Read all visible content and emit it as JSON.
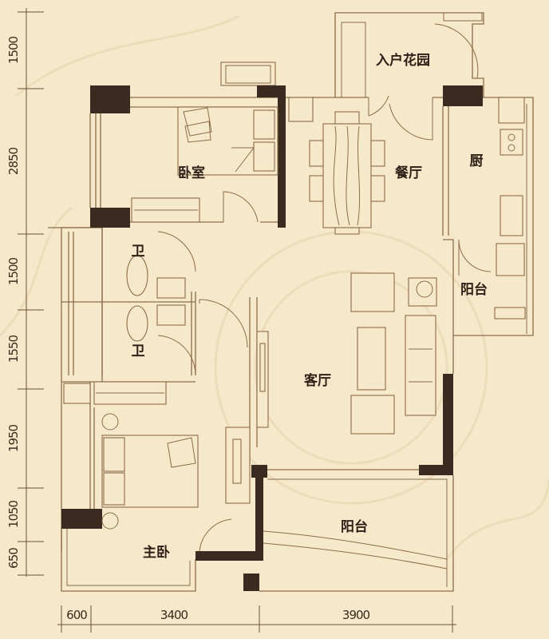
{
  "rooms": {
    "entry_garden": "入户花园",
    "bedroom": "卧室",
    "dining": "餐厅",
    "kitchen": "厨",
    "bath_1": "卫",
    "bath_2": "卫",
    "balcony_small": "阳台",
    "living": "客厅",
    "master_bedroom": "主卧",
    "balcony_large": "阳台"
  },
  "dimensions": {
    "vertical": [
      "1500",
      "2850",
      "1500",
      "1550",
      "1950",
      "1050",
      "650"
    ],
    "horizontal": [
      "600",
      "3400",
      "3900"
    ]
  },
  "colors": {
    "background": "#f6e8cb",
    "line": "#8c6d48",
    "wall": "#3b2a1f",
    "text": "#2e2016"
  }
}
